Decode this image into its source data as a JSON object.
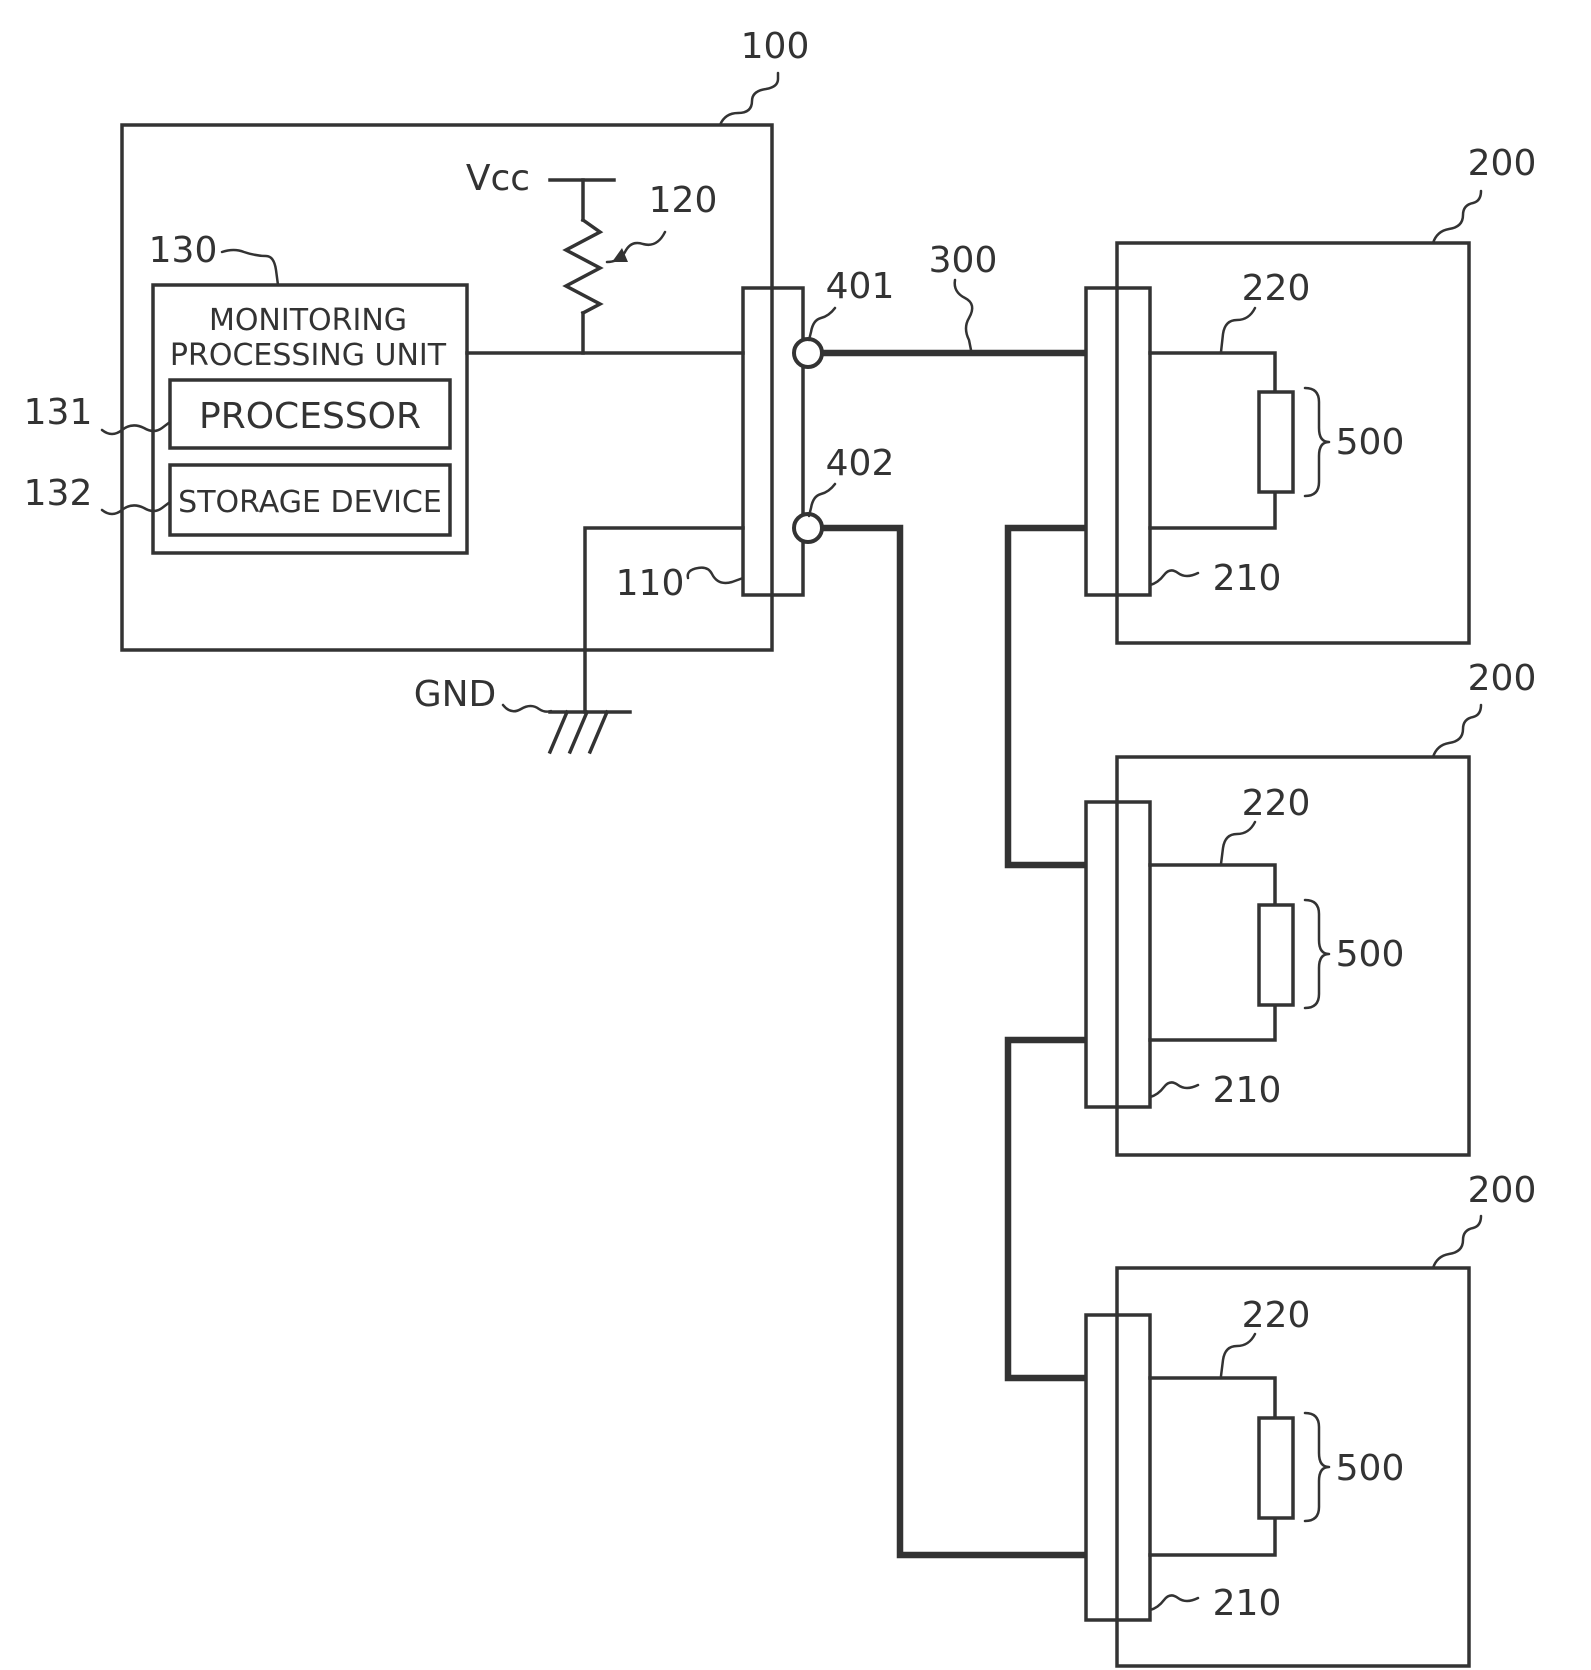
{
  "refs": {
    "controller": "100",
    "connector_main": "110",
    "pullup": "120",
    "monitor": "130",
    "processor": "131",
    "storage": "132",
    "module": "200",
    "connector_module": "210",
    "module_wire": "220",
    "bus": "300",
    "terminal_1": "401",
    "terminal_2": "402",
    "load": "500"
  },
  "labels": {
    "vcc": "Vcc",
    "gnd": "GND",
    "monitor_line1": "MONITORING",
    "monitor_line2": "PROCESSING UNIT",
    "processor": "PROCESSOR",
    "storage": "STORAGE DEVICE"
  },
  "modules": [
    {
      "id": "top"
    },
    {
      "id": "middle"
    },
    {
      "id": "bottom"
    }
  ]
}
